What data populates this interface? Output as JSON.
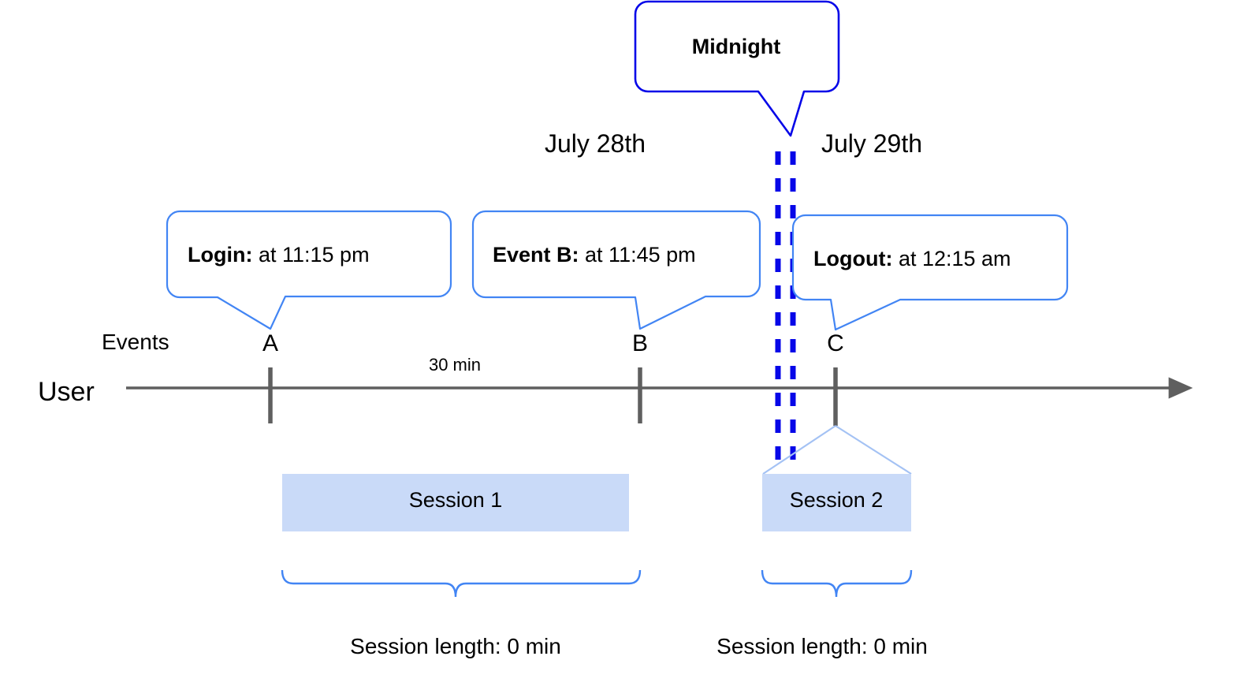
{
  "diagram": {
    "title_label": "Midnight",
    "axis": {
      "row_label": "User",
      "events_label": "Events",
      "arrow_icon": "arrow-right-icon"
    },
    "dates": [
      {
        "label": "July 28th"
      },
      {
        "label": "July 29th"
      }
    ],
    "callouts": [
      {
        "bold": "Login:",
        "rest": " at 11:15 pm"
      },
      {
        "bold": "Event B:",
        "rest": " at 11:45 pm"
      },
      {
        "bold": "Logout:",
        "rest": " at 12:15 am"
      }
    ],
    "events": [
      {
        "letter": "A"
      },
      {
        "letter": "B"
      },
      {
        "letter": "C"
      }
    ],
    "durations": [
      {
        "label": "30 min"
      }
    ],
    "sessions": [
      {
        "label": "Session 1",
        "length_label": "Session length: 0 min"
      },
      {
        "label": "Session 2",
        "length_label": "Session length: 0 min"
      }
    ],
    "colors": {
      "callout_border": "#4285F4",
      "midnight_border": "#0707E8",
      "midnight_dashed": "#0707E8",
      "session_fill": "#C9DAF8",
      "axis": "#5F5F5F",
      "brace": "#4285F4",
      "session_connector": "#A4C2F4"
    }
  }
}
